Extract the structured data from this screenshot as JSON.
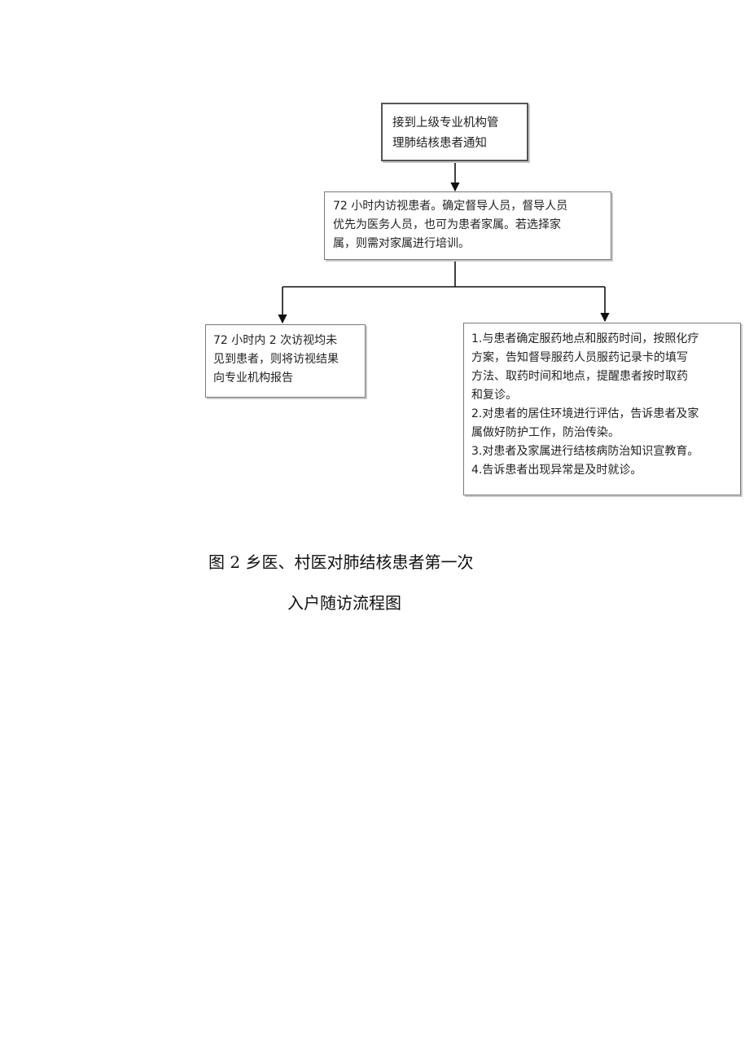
{
  "flowchart": {
    "top_box": {
      "lines": [
        "接到上级专业机构管",
        "理肺结核患者通知"
      ]
    },
    "middle_box": {
      "lines": [
        "72 小时内访视患者。确定督导人员，督导人员",
        "优先为医务人员，也可为患者家属。若选择家",
        "属，则需对家属进行培训。"
      ]
    },
    "left_box": {
      "lines": [
        "72 小时内 2 次访视均未",
        "见到患者，则将访视结果",
        "向专业机构报告"
      ]
    },
    "right_box": {
      "lines": [
        "1.与患者确定服药地点和服药时间，按照化疗",
        "方案，告知督导服药人员服药记录卡的填写",
        "方法、取药时间和地点，提醒患者按时取药",
        "和复诊。",
        "2.对患者的居住环境进行评估，告诉患者及家",
        "属做好防护工作，防治传染。",
        "3.对患者及家属进行结核病防治知识宣教育。",
        "4.告诉患者出现异常是及时就诊。"
      ]
    }
  },
  "caption": {
    "line1": "图 2 乡医、村医对肺结核患者第一次",
    "line2": "入户随访流程图"
  }
}
